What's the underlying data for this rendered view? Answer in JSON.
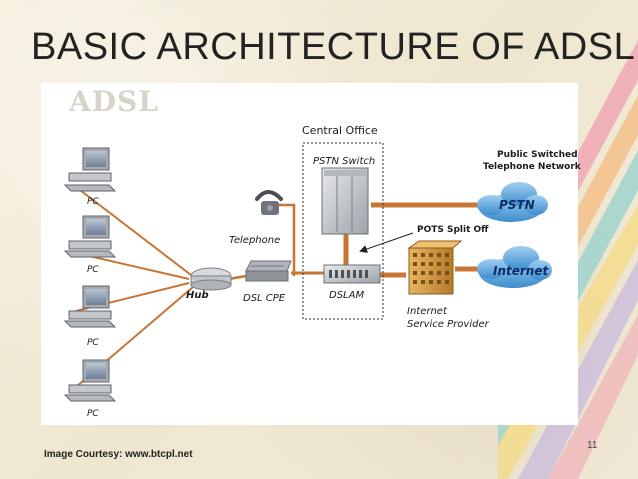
{
  "slide": {
    "title": "BASIC ARCHITECTURE OF ADSL",
    "courtesy": "Image Courtesy: www.btcpl.net",
    "page_number": "11"
  },
  "diagram": {
    "logo": "ADSL",
    "central_office": "Central Office",
    "pstn_switch": "PSTN Switch",
    "pstn_network_line1": "Public Switched",
    "pstn_network_line2": "Telephone Network",
    "pstn_cloud": "PSTN",
    "internet_cloud": "Internet",
    "pots_split_off": "POTS Split Off",
    "telephone": "Telephone",
    "hub": "Hub",
    "dsl_cpe": "DSL CPE",
    "dslam": "DSLAM",
    "isp_line1": "Internet",
    "isp_line2": "Service Provider",
    "pc_labels": [
      "PC",
      "PC",
      "PC",
      "PC"
    ]
  },
  "colors": {
    "link": "#c87533",
    "cloud": "#4f9bd6",
    "equipment": "#c9ccd1",
    "building": "#d9a24c",
    "stripe_pink": "#f0a8b4",
    "stripe_orange": "#f3c08a",
    "stripe_teal": "#9fd3cd",
    "stripe_yellow": "#f5dc8c"
  }
}
